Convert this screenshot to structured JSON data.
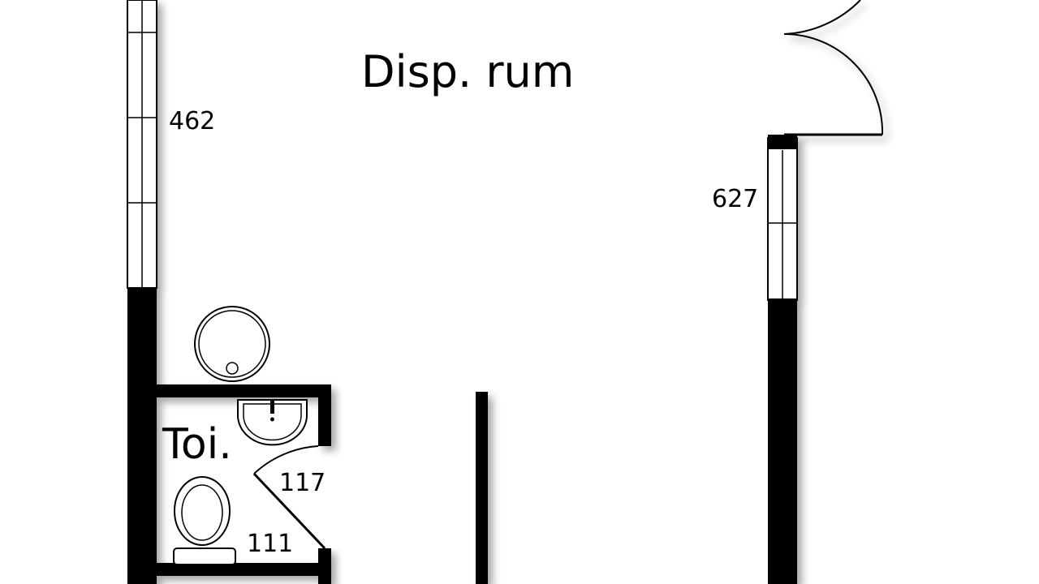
{
  "rooms": {
    "main": "Disp. rum",
    "toilet": "Toi."
  },
  "dimensions": {
    "left_window": "462",
    "right_window": "627",
    "toilet_door": "117",
    "toilet_width": "111"
  },
  "colors": {
    "wall": "#000000",
    "background": "#ffffff",
    "window_line": "#000000"
  }
}
